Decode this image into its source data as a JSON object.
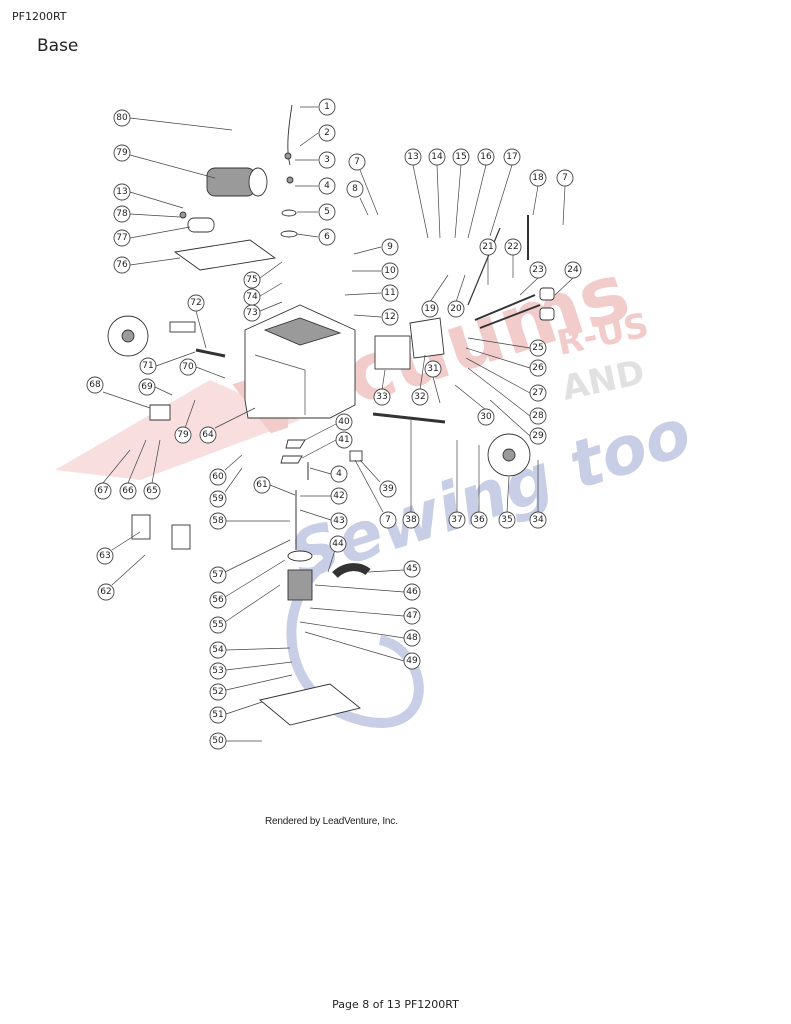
{
  "header": {
    "model": "PF1200RT",
    "title": "Base"
  },
  "footer": {
    "credit": "Rendered by LeadVenture, Inc.",
    "page": "Page 8 of 13 PF1200RT"
  },
  "watermark": {
    "line1": "R-US",
    "line2": "AND",
    "line3": "Sewing too",
    "brand": "Vacuums"
  },
  "colors": {
    "watermark_red": "#e8a0a0",
    "watermark_blue": "#9aa6cf",
    "watermark_gray": "#c8c8c8"
  },
  "callouts": [
    "1",
    "2",
    "3",
    "4",
    "5",
    "6",
    "7",
    "8",
    "9",
    "10",
    "11",
    "12",
    "13",
    "14",
    "15",
    "16",
    "17",
    "18",
    "7",
    "13",
    "78",
    "77",
    "76",
    "75",
    "74",
    "73",
    "72",
    "71",
    "70",
    "69",
    "68",
    "67",
    "66",
    "65",
    "64",
    "63",
    "62",
    "61",
    "60",
    "59",
    "58",
    "57",
    "56",
    "55",
    "54",
    "53",
    "52",
    "51",
    "50",
    "79",
    "79",
    "80",
    "19",
    "20",
    "21",
    "22",
    "23",
    "24",
    "25",
    "26",
    "27",
    "28",
    "29",
    "30",
    "31",
    "32",
    "33",
    "34",
    "35",
    "36",
    "37",
    "38",
    "39",
    "40",
    "41",
    "4",
    "42",
    "43",
    "7",
    "44",
    "45",
    "46",
    "47",
    "48",
    "49"
  ]
}
